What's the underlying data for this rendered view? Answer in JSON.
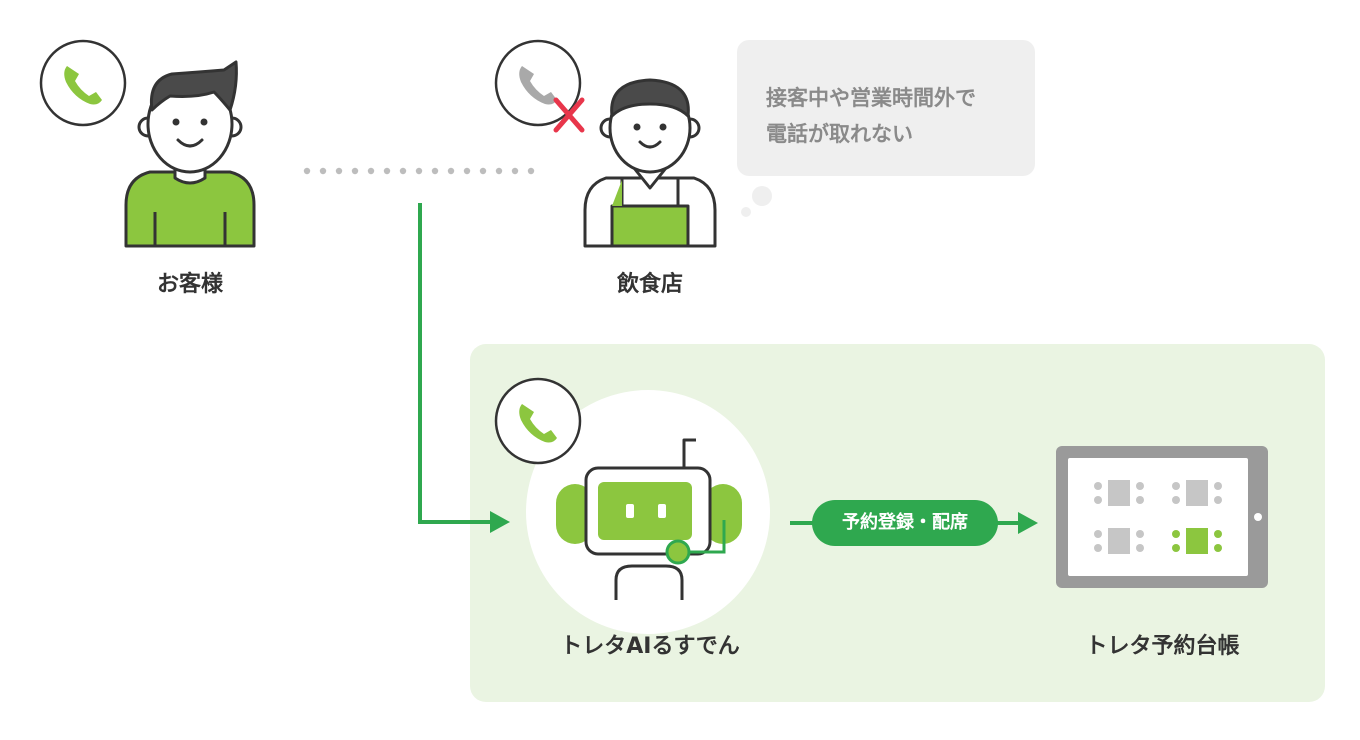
{
  "colors": {
    "accent_green": "#8cc63f",
    "flow_green": "#2fa84f",
    "panel_bg": "#eaf4e2",
    "bubble_bg": "#efefef",
    "x_red": "#e8364b",
    "outline": "#333333",
    "hair": "#4a4a4a",
    "gray_text": "#8a8a8a",
    "tablet_frame": "#9a9a9a"
  },
  "customer": {
    "label": "お客様",
    "icon": "phone-icon"
  },
  "restaurant": {
    "label": "飲食店",
    "icon": "phone-icon",
    "status_icon": "x-mark-icon",
    "speech": [
      "接客中や営業時間外で",
      "電話が取れない"
    ]
  },
  "ai": {
    "label": "トレタAIるすでん",
    "icon": "phone-icon",
    "figure": "robot-icon"
  },
  "flow": {
    "label": "予約登録・配席"
  },
  "ledger": {
    "label": "トレタ予約台帳",
    "figure": "tablet-icon"
  }
}
